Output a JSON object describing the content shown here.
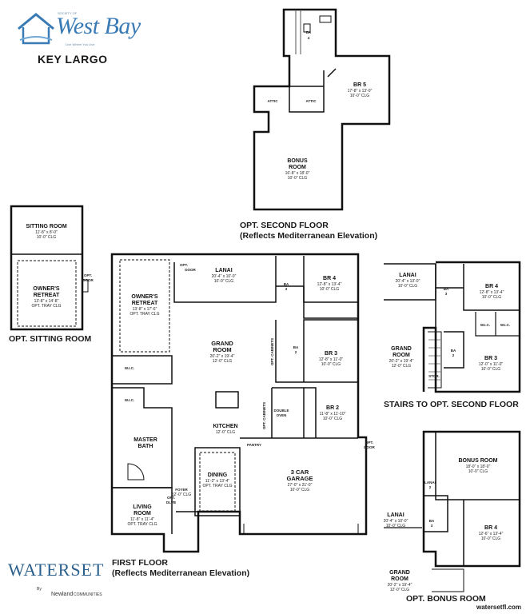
{
  "brand": {
    "tagline_top": "SOCIETY OF",
    "name": "West Bay",
    "tagline_bottom": "Live Where You Live",
    "logo_color": "#3a7bb5"
  },
  "model_name": "KEY LARGO",
  "captions": {
    "second_floor_line1": "OPT. SECOND FLOOR",
    "second_floor_line2": "(Reflects Mediterranean Elevation)",
    "sitting_room": "OPT. SITTING ROOM",
    "first_floor_line1": "FIRST FLOOR",
    "first_floor_line2": "(Reflects Mediterranean Elevation)",
    "stairs": "STAIRS TO OPT. SECOND FLOOR",
    "bonus": "OPT. BONUS ROOM"
  },
  "footer": {
    "waterset": "WATERSET",
    "by": "By",
    "newland": "Newland",
    "communities": "COMMUNITIES",
    "website": "watersetfl.com",
    "waterset_color": "#2b5f8c"
  },
  "rooms": {
    "ba4": {
      "name": "BA",
      "num": "4"
    },
    "br5": {
      "name": "BR 5",
      "dim": "17'-8\" x 13'-0\"",
      "clg": "10'-0\" CLG"
    },
    "attic1": "ATTIC",
    "attic2": "ATTIC",
    "bonus2": {
      "name1": "BONUS",
      "name2": "ROOM",
      "dim": "16'-8\" x 18'-0\"",
      "clg": "10'-0\" CLG"
    },
    "sitting": {
      "name": "SITTING ROOM",
      "dim": "11'-8\" x 8'-0\"",
      "clg": "10'-0\" CLG"
    },
    "owners_s": {
      "name1": "OWNER'S",
      "name2": "RETREAT",
      "dim": "13'-8\" x 14'-8\"",
      "clg": "OPT. TRAY CLG"
    },
    "opt_door_s": {
      "l1": "OPT.",
      "l2": "DOOR"
    },
    "lanai": {
      "name": "LANAI",
      "dim": "20'-4\" x 10'-0\"",
      "clg": "10'-0\" CLG"
    },
    "opt_door_lanai": {
      "l1": "OPT.",
      "l2": "DOOR"
    },
    "ba3": {
      "name": "BA",
      "num": "3"
    },
    "br4": {
      "name": "BR 4",
      "dim": "12'-8\" x 13'-4\"",
      "clg": "10'-0\" CLG"
    },
    "owners": {
      "name1": "OWNER'S",
      "name2": "RETREAT",
      "dim": "13'-8\" x 17'-6\"",
      "clg": "OPT. TRAY CLG"
    },
    "grand": {
      "name1": "GRAND",
      "name2": "ROOM",
      "dim": "20'-2\" x 19'-4\"",
      "clg": "12'-0\" CLG"
    },
    "ba2": {
      "name": "BA",
      "num": "2"
    },
    "br3": {
      "name": "BR 3",
      "dim": "12'-8\" x 11'-0\"",
      "clg": "10'-0\" CLG"
    },
    "opt_cabinets": "OPT. CABINETS",
    "wic1": "W.I.C.",
    "wic2": "W.I.C.",
    "double_oven": {
      "l1": "DOUBLE",
      "l2": "OVEN"
    },
    "br2": {
      "name": "BR 2",
      "dim": "11'-8\" x 11'-10\"",
      "clg": "10'-0\" CLG"
    },
    "opt_cabinets2": "OPT. CABINETS",
    "kitchen": {
      "name": "KITCHEN",
      "clg": "12'-0\" CLG"
    },
    "pantry": "PANTRY",
    "master_bath": {
      "l1": "MASTER",
      "l2": "BATH"
    },
    "opt_door_g": {
      "l1": "OPT.",
      "l2": "DOOR"
    },
    "dining": {
      "name": "DINING",
      "dim": "11'-2\" x 13'-4\"",
      "clg": "OPT. TRAY CLG"
    },
    "garage": {
      "name1": "3 CAR",
      "name2": "GARAGE",
      "dim": "27'-0\" x 21'-0\"",
      "clg": "10'-0\" CLG"
    },
    "foyer": {
      "name": "FOYER",
      "clg": "12'-0\" CLG"
    },
    "opt_dlvb": {
      "l1": "OPT.",
      "l2": "DLVB"
    },
    "living": {
      "name1": "LIVING",
      "name2": "ROOM",
      "dim": "11'-8\" x 11'-4\"",
      "clg": "OPT. TRAY CLG"
    },
    "st_lanai": {
      "name": "LANAI",
      "dim": "20'-4\" x 13'-0\"",
      "clg": "10'-0\" CLG"
    },
    "st_ba3": {
      "name": "BA",
      "num": "3"
    },
    "st_br4": {
      "name": "BR 4",
      "dim": "12'-8\" x 13'-4\"",
      "clg": "10'-0\" CLG"
    },
    "st_grand": {
      "name1": "GRAND",
      "name2": "ROOM",
      "dim": "20'-2\" x 19'-4\"",
      "clg": "12'-0\" CLG"
    },
    "st_wic1": "W.I.C.",
    "st_wic2": "W.I.C.",
    "st_ba2": {
      "name": "BA",
      "num": "2"
    },
    "st_br3": {
      "name": "BR 3",
      "dim": "12'-0\" x 11'-0\"",
      "clg": "10'-0\" CLG"
    },
    "st_stor": "STOR.",
    "bn_bonus": {
      "name": "BONUS ROOM",
      "dim": "18'-0\" x 18'-0\"",
      "clg": "10'-0\" CLG"
    },
    "bn_lanai2": {
      "name": "LANAI",
      "num": "2"
    },
    "bn_lanai": {
      "name": "LANAI",
      "dim": "20'-4\" x 10'-0\"",
      "clg": "10'-0\" CLG"
    },
    "bn_ba3": {
      "name": "BA",
      "num": "3"
    },
    "bn_br4": {
      "name": "BR 4",
      "dim": "12'-6\" x 13'-4\"",
      "clg": "10'-0\" CLG"
    },
    "bn_grand": {
      "name1": "GRAND",
      "name2": "ROOM",
      "dim": "20'-2\" x 19'-4\"",
      "clg": "12'-0\" CLG"
    }
  }
}
